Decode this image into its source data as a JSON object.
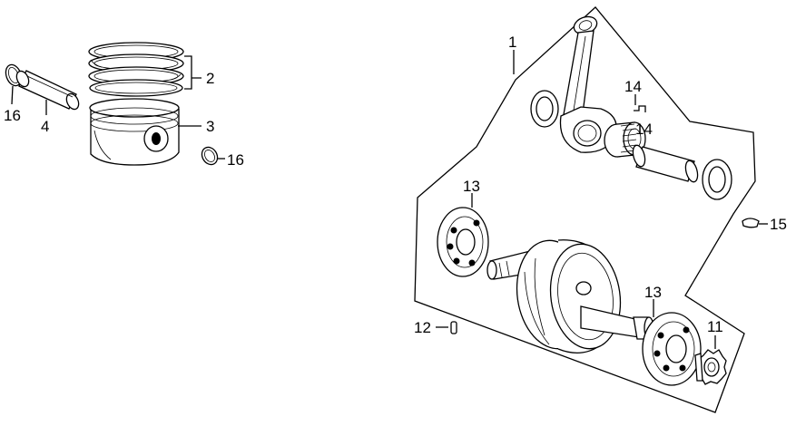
{
  "callouts": {
    "c1": "1",
    "c2": "2",
    "c3": "3",
    "c4": "4",
    "c11": "11",
    "c12": "12",
    "c13a": "13",
    "c13b": "13",
    "c14a": "14",
    "c14b": "14",
    "c15": "15",
    "c16a": "16",
    "c16b": "16"
  }
}
